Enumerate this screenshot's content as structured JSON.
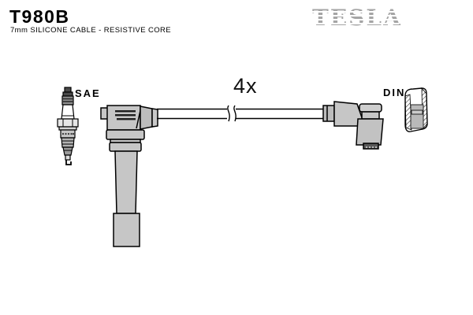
{
  "header": {
    "part_number": "T980B",
    "subtitle": "7mm SILICONE CABLE -  RESISTIVE CORE"
  },
  "brand": {
    "logo_text": "TESLA",
    "logo_color": "#a5a5a5"
  },
  "diagram": {
    "quantity_label": "4x",
    "spark_plug_side_label": "SAE",
    "distributor_side_label": "DIN",
    "icons": [
      "spark-plug-icon",
      "coil-boot-icon",
      "ignition-cable-icon",
      "cable-break-icon",
      "elbow-boot-icon",
      "din-terminal-cross-section-icon"
    ]
  },
  "colors": {
    "background": "#ffffff",
    "outline": "#000000",
    "part_fill": "#c6c6c6",
    "ferrule_fill": "#bcbcbc",
    "dark_metal": "#4a4a4a"
  }
}
